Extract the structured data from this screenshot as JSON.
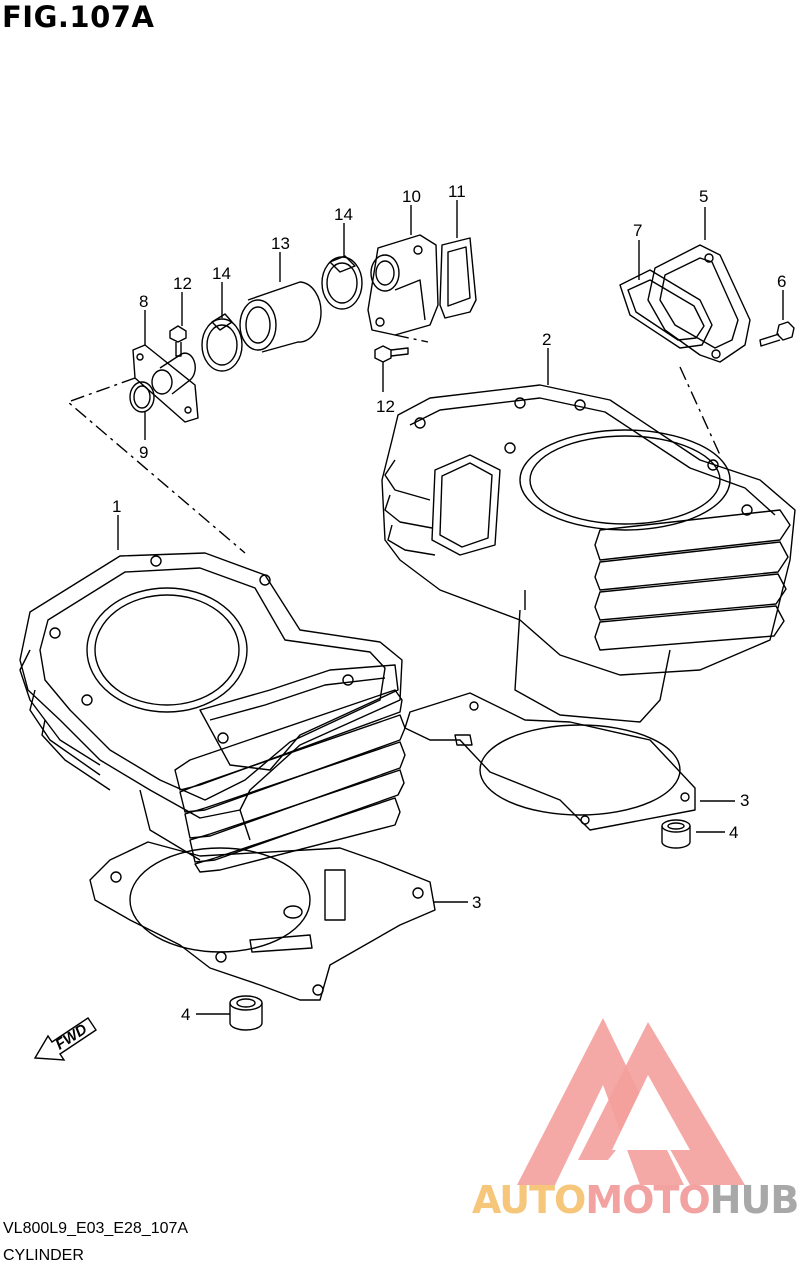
{
  "figure": {
    "title": "FIG.107A"
  },
  "footer": {
    "code": "VL800L9_E03_E28_107A",
    "name": "CYLINDER"
  },
  "watermark": {
    "part1": "AUTO",
    "part2": "MOTO",
    "part3": "HUB",
    "colors": {
      "auto": "#f6c67a",
      "moto": "#f2a3a1",
      "hub": "#a8a8a8",
      "triangle": "#f4a09d"
    }
  },
  "direction_label": "FWD",
  "callouts": {
    "c1": "1",
    "c2": "2",
    "c3a": "3",
    "c3b": "3",
    "c4a": "4",
    "c4b": "4",
    "c5": "5",
    "c6": "6",
    "c7": "7",
    "c8": "8",
    "c9": "9",
    "c10": "10",
    "c11": "11",
    "c12a": "12",
    "c12b": "12",
    "c13": "13",
    "c14a": "14",
    "c14b": "14"
  }
}
